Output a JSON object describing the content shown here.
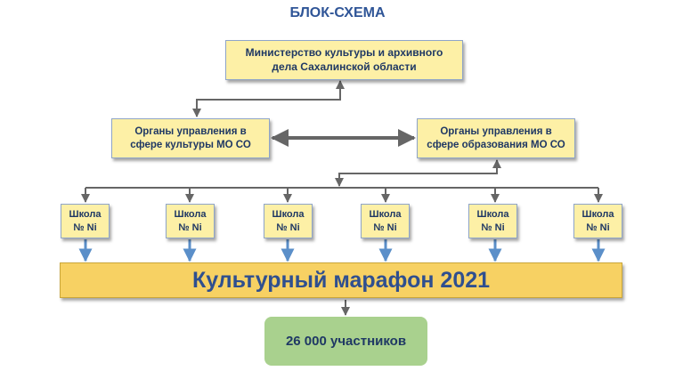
{
  "title": "БЛОК-СХЕМА",
  "ministry": {
    "line1": "Министерство культуры и архивного",
    "line2": "дела Сахалинской области"
  },
  "org_culture": {
    "line1": "Органы управления в",
    "line2": "сфере культуры МО СО"
  },
  "org_education": {
    "line1": "Органы управления в",
    "line2": "сфере образования МО СО"
  },
  "schools": [
    {
      "label": "Школа",
      "number": "№ Ni"
    },
    {
      "label": "Школа",
      "number": "№ Ni"
    },
    {
      "label": "Школа",
      "number": "№ Ni"
    },
    {
      "label": "Школа",
      "number": "№ Ni"
    },
    {
      "label": "Школа",
      "number": "№ Ni"
    },
    {
      "label": "Школа",
      "number": "№ Ni"
    }
  ],
  "marathon": "Культурный марафон 2021",
  "result": "26 000 участников",
  "colors": {
    "box_fill": "#fdf0a6",
    "marathon_fill": "#f7d163",
    "result_fill": "#a9d18e",
    "text": "#1f3864",
    "title": "#2f5597",
    "connector": "#666666",
    "school_arrow": "#5b8fc9"
  }
}
